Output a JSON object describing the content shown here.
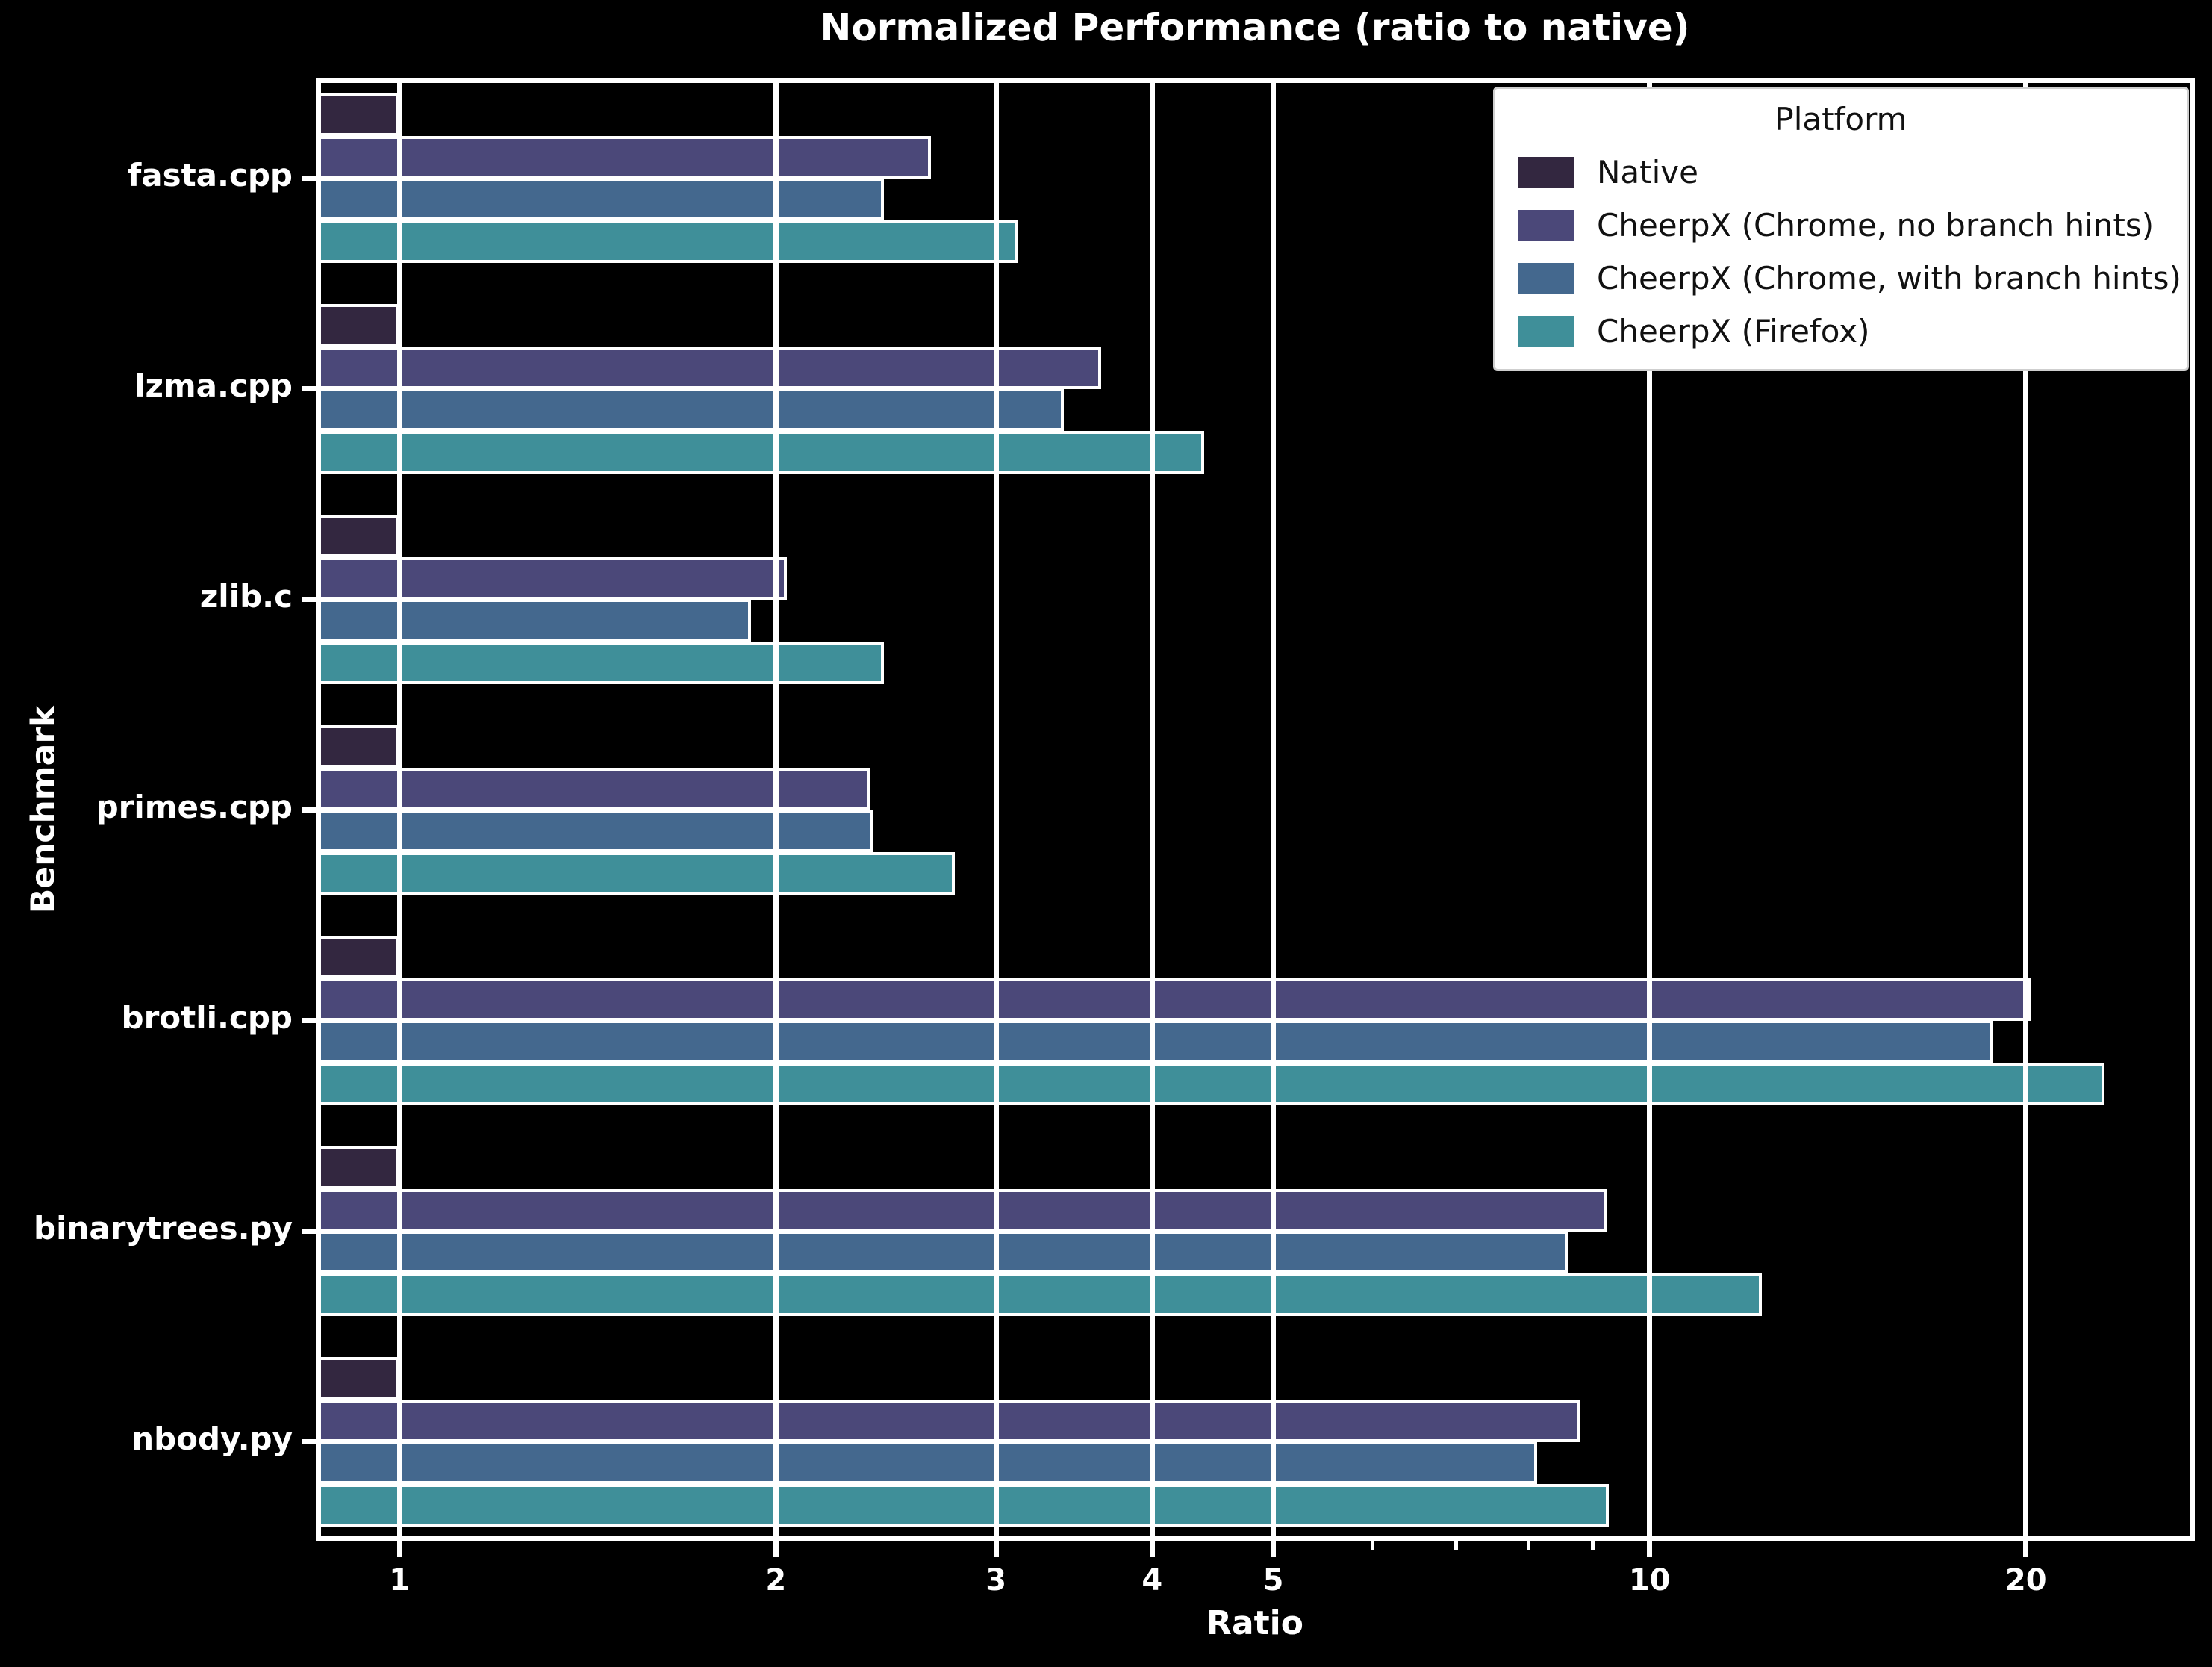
{
  "title": "Normalized Performance (ratio to native)",
  "xlabel": "Ratio",
  "ylabel": "Benchmark",
  "legend": {
    "title": "Platform",
    "entries": [
      {
        "label": "Native",
        "color": "#332740"
      },
      {
        "label": "CheerpX (Chrome, no branch hints)",
        "color": "#4b4879"
      },
      {
        "label": "CheerpX (Chrome, with branch hints)",
        "color": "#44688e"
      },
      {
        "label": "CheerpX (Firefox)",
        "color": "#3f8f99"
      }
    ]
  },
  "colors": {
    "background": "#000000",
    "foreground": "#ffffff",
    "legend_background": "#ffffff",
    "legend_text": "#111111"
  },
  "chart_data": {
    "type": "bar",
    "orientation": "horizontal",
    "log_x": true,
    "grid": true,
    "legend_position": "upper right",
    "title": "Normalized Performance (ratio to native)",
    "xlabel": "Ratio",
    "ylabel": "Benchmark",
    "categories": [
      "fasta.cpp",
      "lzma.cpp",
      "zlib.c",
      "primes.cpp",
      "brotli.cpp",
      "binarytrees.py",
      "nbody.py"
    ],
    "series": [
      {
        "name": "Native",
        "color": "#332740",
        "values": [
          1.0,
          1.0,
          1.0,
          1.0,
          1.0,
          1.0,
          1.0
        ]
      },
      {
        "name": "CheerpX (Chrome, no branch hints)",
        "color": "#4b4879",
        "values": [
          2.66,
          3.64,
          2.04,
          2.38,
          20.2,
          9.25,
          8.8
        ]
      },
      {
        "name": "CheerpX (Chrome, with branch hints)",
        "color": "#44688e",
        "values": [
          2.44,
          3.4,
          1.91,
          2.39,
          18.8,
          8.6,
          8.13
        ]
      },
      {
        "name": "CheerpX (Firefox)",
        "color": "#3f8f99",
        "values": [
          3.12,
          4.4,
          2.44,
          2.78,
          23.1,
          12.3,
          9.27
        ]
      }
    ],
    "x_ticks": [
      1,
      2,
      3,
      4,
      5,
      10,
      20
    ],
    "x_minor_ticks": [
      6,
      7,
      8,
      9
    ],
    "xlim": [
      0.857,
      27.3
    ]
  }
}
